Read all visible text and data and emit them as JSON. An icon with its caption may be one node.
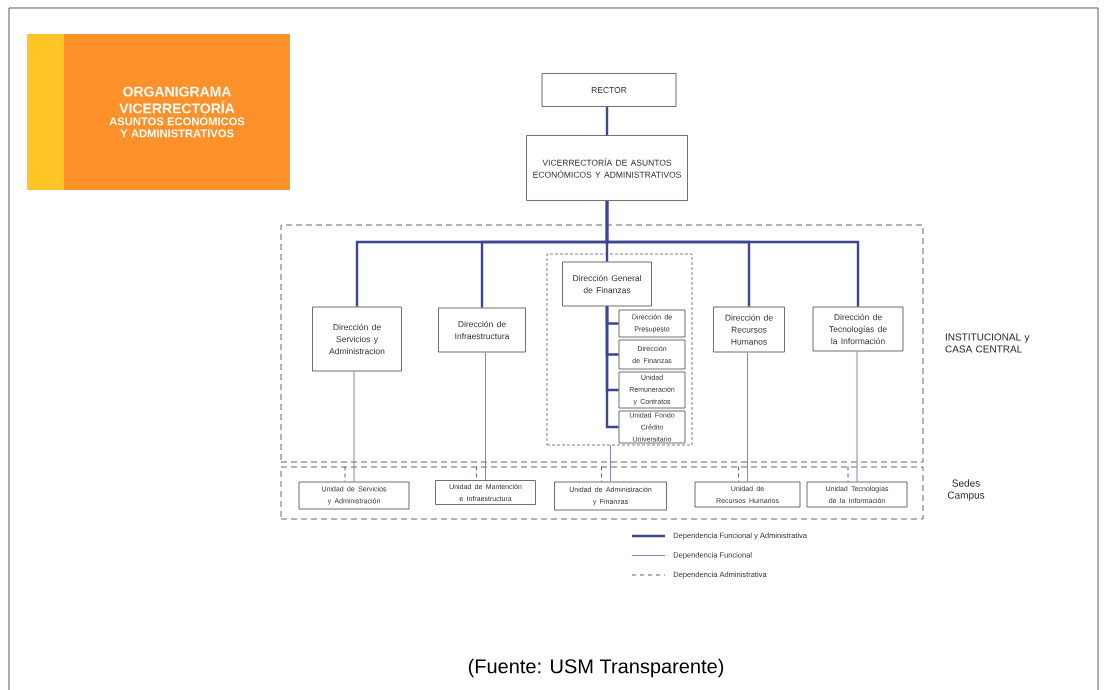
{
  "diagram": {
    "caption": "(Fuente: USM Transparente)",
    "nodes": [
      {
        "text": [
          "ORGANIGRAMA VICERRECTORÍA",
          "ASUNTOS ECONÓMICOS Y ADMINISTRATIVOS"
        ]
      },
      {
        "text": [
          "RECTOR"
        ]
      },
      {
        "text": [
          "VICERRECTORÍA DE ASUNTOS ECONÓMICOS Y ADMINISTRATIVOS"
        ]
      },
      {
        "text": [
          "INSTITUCIONAL y CASA CENTRAL"
        ]
      },
      {
        "text": [
          "Dirección de Servicios y Administracion"
        ],
        "in": 3
      },
      {
        "text": [
          "Dirección de Infraestructura"
        ],
        "in": 3
      },
      {
        "text": [],
        "shape": "box",
        "in": 3
      },
      {
        "text": [
          "Dirección General de Finanzas"
        ],
        "in": 6
      },
      {
        "text": [
          "Dirección de Presupesto"
        ],
        "in": 6
      },
      {
        "text": [
          "Dirección de Finanzas"
        ],
        "in": 6
      },
      {
        "text": [
          "Unidad Remuneración y Contratos"
        ],
        "in": 6
      },
      {
        "text": [
          "Unidad Fondo Crédito Universitario"
        ],
        "in": 6
      },
      {
        "text": [
          "Dirección de Recursos Humanos"
        ],
        "in": 3
      },
      {
        "text": [
          "Dirección de Tecnologías de la Información"
        ],
        "in": 3
      },
      {
        "text": [
          "Sedes Campus"
        ]
      },
      {
        "text": [
          "Unidad de Servicios y Administración"
        ],
        "in": 14
      },
      {
        "text": [
          "Unidad de Mantención e Infraestructura"
        ],
        "in": 14
      },
      {
        "text": [
          "Unidad de Administración y Finanzas"
        ],
        "in": 14
      },
      {
        "text": [
          "Unidad de Recursos Humanos"
        ],
        "in": 14
      },
      {
        "text": [
          "Unidad Tecnologías de la Información"
        ],
        "in": 14
      }
    ],
    "edges": [
      {
        "from": 1,
        "to": 2,
        "arrow": "none"
      },
      {
        "from": 2,
        "to": 4,
        "arrow": "none"
      },
      {
        "from": 2,
        "to": 5,
        "arrow": "none"
      },
      {
        "from": 2,
        "to": 7,
        "arrow": "none"
      },
      {
        "from": 2,
        "to": 12,
        "arrow": "none"
      },
      {
        "from": 2,
        "to": 13,
        "arrow": "none"
      },
      {
        "from": 7,
        "to": 8,
        "arrow": "none"
      },
      {
        "from": 7,
        "to": 9,
        "arrow": "none"
      },
      {
        "from": 7,
        "to": 10,
        "arrow": "none"
      },
      {
        "from": 7,
        "to": 11,
        "arrow": "none"
      },
      {
        "from": 4,
        "to": 15,
        "arrow": "none",
        "color": "#7478b8"
      },
      {
        "from": 5,
        "to": 16,
        "arrow": "none",
        "color": "#7478b8"
      },
      {
        "from": 6,
        "to": 17,
        "arrow": "none",
        "color": "#7478b8"
      },
      {
        "from": 12,
        "to": 18,
        "arrow": "none",
        "color": "#7478b8"
      },
      {
        "from": 13,
        "to": 19,
        "arrow": "none",
        "color": "#7478b8"
      },
      {
        "from": 14,
        "to": 15,
        "arrow": "none",
        "style": "dashed",
        "color": "#5a62a8"
      },
      {
        "from": 14,
        "to": 16,
        "arrow": "none",
        "style": "dashed",
        "color": "#5a62a8"
      },
      {
        "from": 14,
        "to": 17,
        "arrow": "none",
        "style": "dashed",
        "color": "#5a62a8"
      },
      {
        "from": 14,
        "to": 18,
        "arrow": "none",
        "style": "dashed",
        "color": "#5a62a8"
      },
      {
        "from": 14,
        "to": 19,
        "arrow": "none",
        "style": "dashed",
        "color": "#5a62a8"
      }
    ],
    "legend": [
      {
        "text": "Dependencia Funcional y Administrativa"
      },
      {
        "text": "Dependencia Funcional"
      },
      {
        "text": "Dependencia Administrativa"
      }
    ]
  }
}
